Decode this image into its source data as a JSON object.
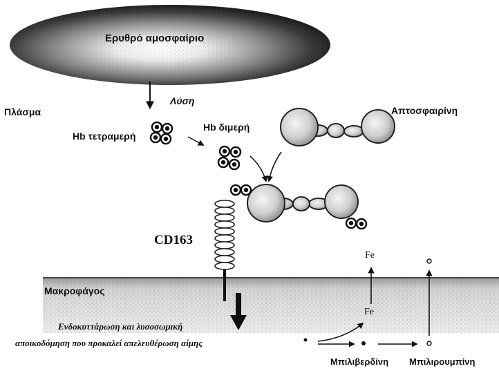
{
  "labels": {
    "erythrocyte": "Ερυθρό αμοσφαίριο",
    "plasma": "Πλάσμα",
    "lysis": "Λύση",
    "hb_tetramer": "Hb τετραμερή",
    "hb_dimer": "Hb διμερή",
    "haptoglobin": "Απτοσφαιρίνη",
    "cd163": "CD163",
    "macrophage": "Μακροφάγος",
    "fe_top": "Fe",
    "fe_inner": "Fe",
    "endocytosis_line1": "Ενδοκυττάρωση και λυσοσωμική",
    "endocytosis_line2": "αποικοδόμηση που προκαλεί απελευθέρωση αίμης",
    "biliverdin": "Μπιλιβερδίνη",
    "bilirubin": "Μπιλιρουμπίνη"
  }
}
